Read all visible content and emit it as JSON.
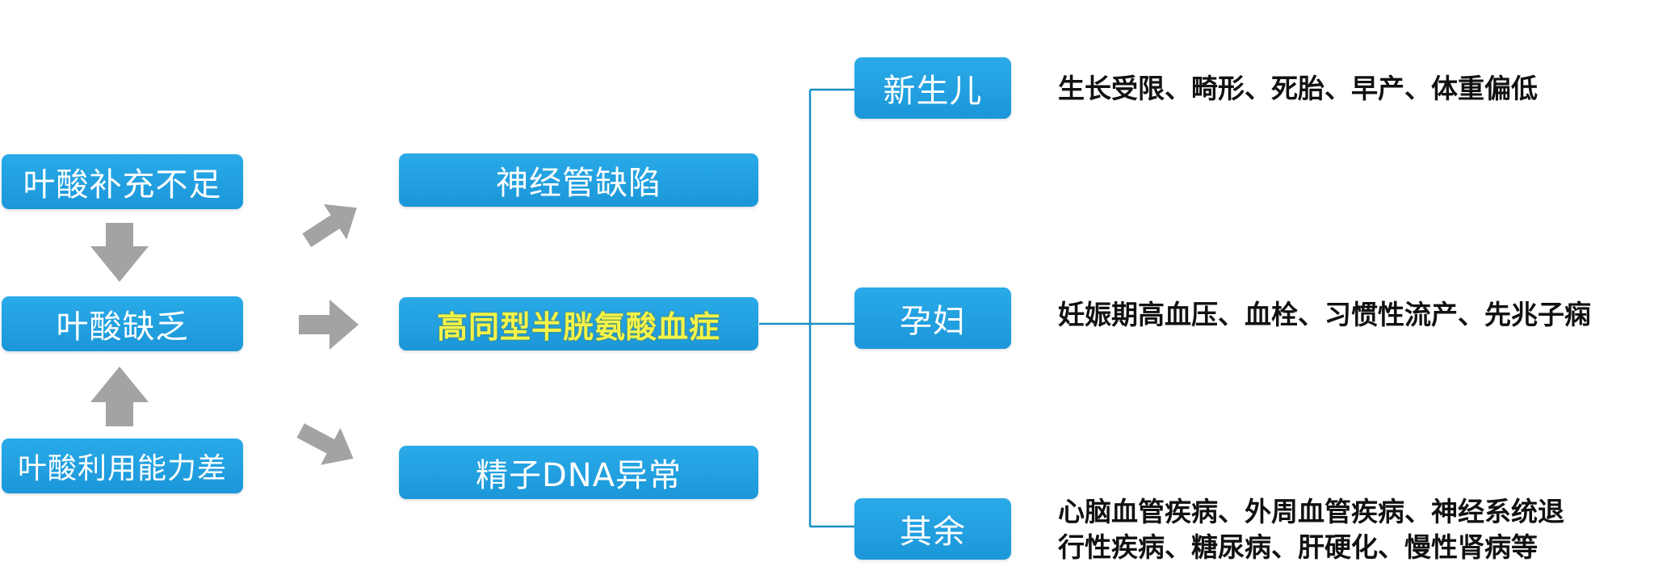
{
  "causes": {
    "insufficient_supplement": "叶酸补充不足",
    "deficiency": "叶酸缺乏",
    "poor_utilization": "叶酸利用能力差"
  },
  "consequences": {
    "neural_tube_defect": "神经管缺陷",
    "hyperhomocysteinemia": "高同型半胱氨酸血症",
    "sperm_dna_abnormality": "精子DNA异常"
  },
  "groups": {
    "newborn": {
      "label": "新生儿",
      "outcomes": "生长受限、畸形、死胎、早产、体重偏低"
    },
    "pregnant": {
      "label": "孕妇",
      "outcomes": "妊娠期高血压、血栓、习惯性流产、先兆子痫"
    },
    "others": {
      "label": "其余",
      "outcomes_line1": "心脑血管疾病、外周血管疾病、神经系统退",
      "outcomes_line2": "行性疾病、糖尿病、肝硬化、慢性肾病等"
    }
  },
  "colors": {
    "box": "#1b97d9",
    "arrow": "#a3a3a3",
    "connector": "#1a8fc4",
    "highlight_text": "#f3f34a"
  }
}
